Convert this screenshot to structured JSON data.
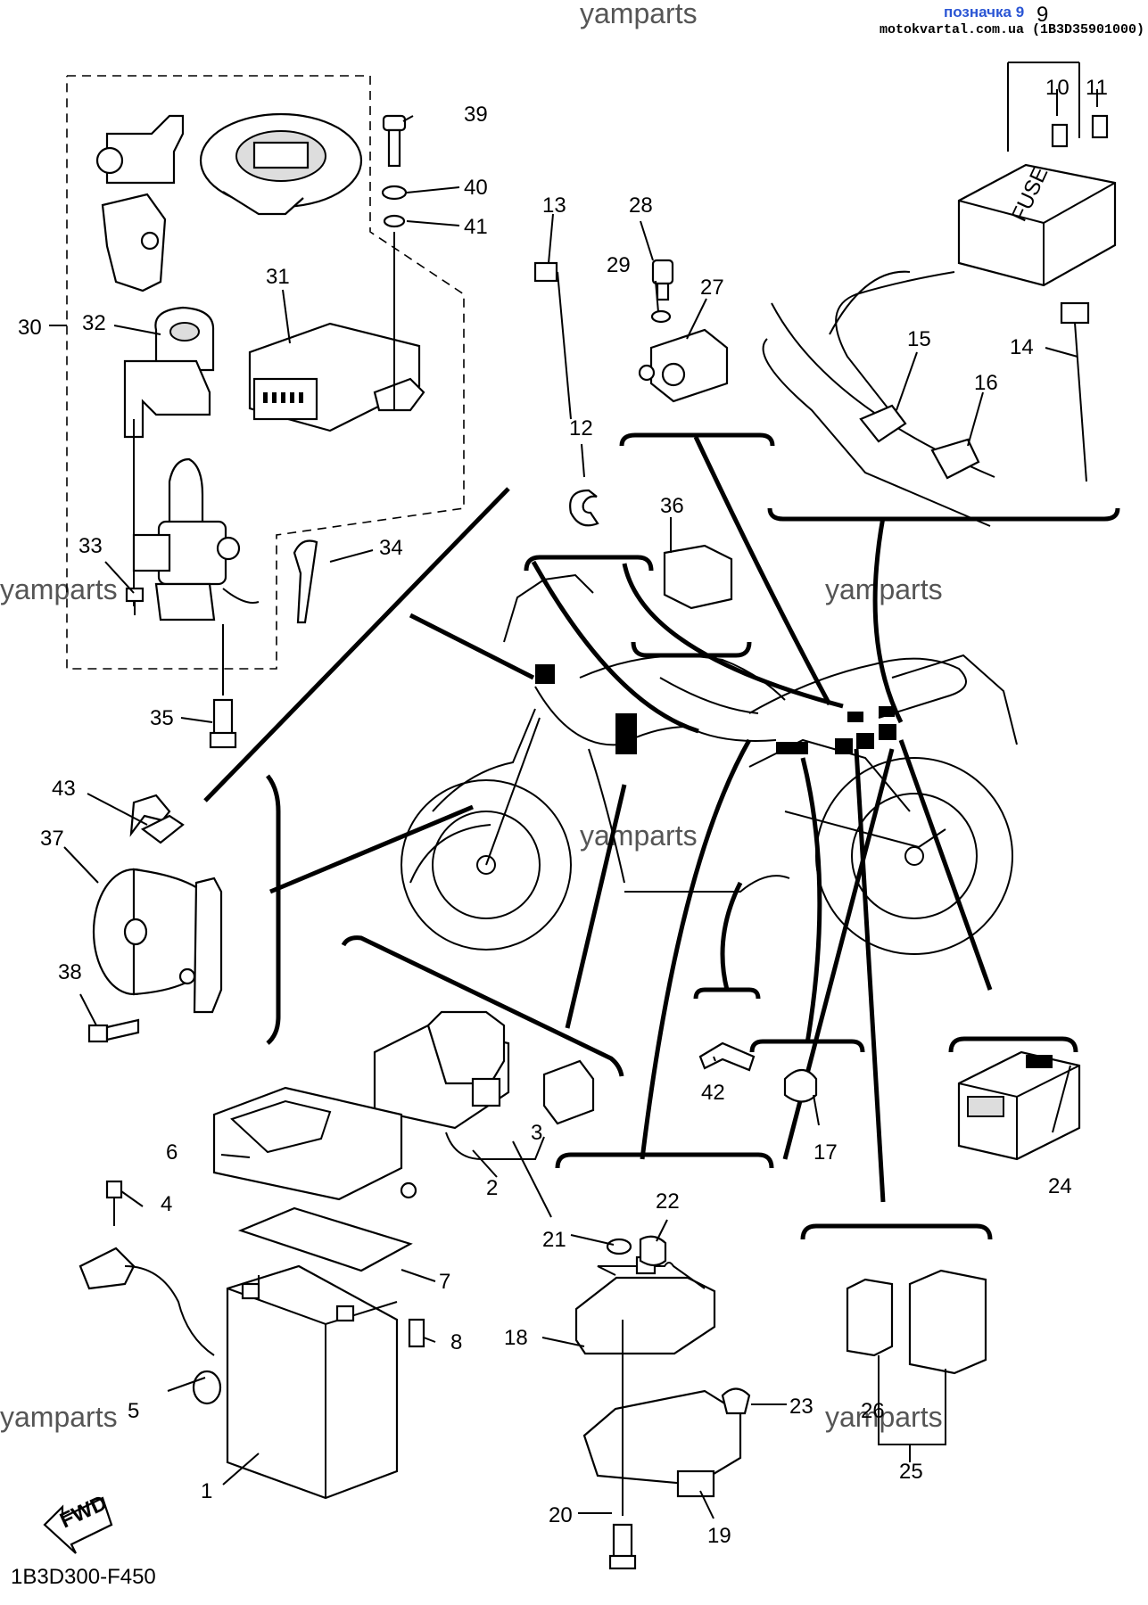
{
  "header": {
    "label": "позначка 9",
    "site": "motokvartal.com.ua (1B3D35901000)"
  },
  "watermarks": [
    "yamparts",
    "yamparts",
    "yamparts",
    "yamparts",
    "yamparts",
    "yamparts"
  ],
  "callouts": {
    "c1": "1",
    "c2": "2",
    "c3": "3",
    "c4": "4",
    "c5": "5",
    "c6": "6",
    "c7": "7",
    "c8": "8",
    "c9": "9",
    "c10": "10",
    "c11": "11",
    "c12": "12",
    "c13": "13",
    "c14": "14",
    "c15": "15",
    "c16": "16",
    "c17": "17",
    "c18": "18",
    "c19": "19",
    "c20": "20",
    "c21": "21",
    "c22": "22",
    "c23": "23",
    "c24": "24",
    "c25": "25",
    "c26": "26",
    "c27": "27",
    "c28": "28",
    "c29": "29",
    "c30": "30",
    "c31": "31",
    "c32": "32",
    "c33": "33",
    "c34": "34",
    "c35": "35",
    "c36": "36",
    "c37": "37",
    "c38": "38",
    "c39": "39",
    "c40": "40",
    "c41": "41",
    "c42": "42",
    "c43": "43"
  },
  "fwd_label": "FWD",
  "fuse_label": "FUSE",
  "footer_code": "1B3D300-F450"
}
